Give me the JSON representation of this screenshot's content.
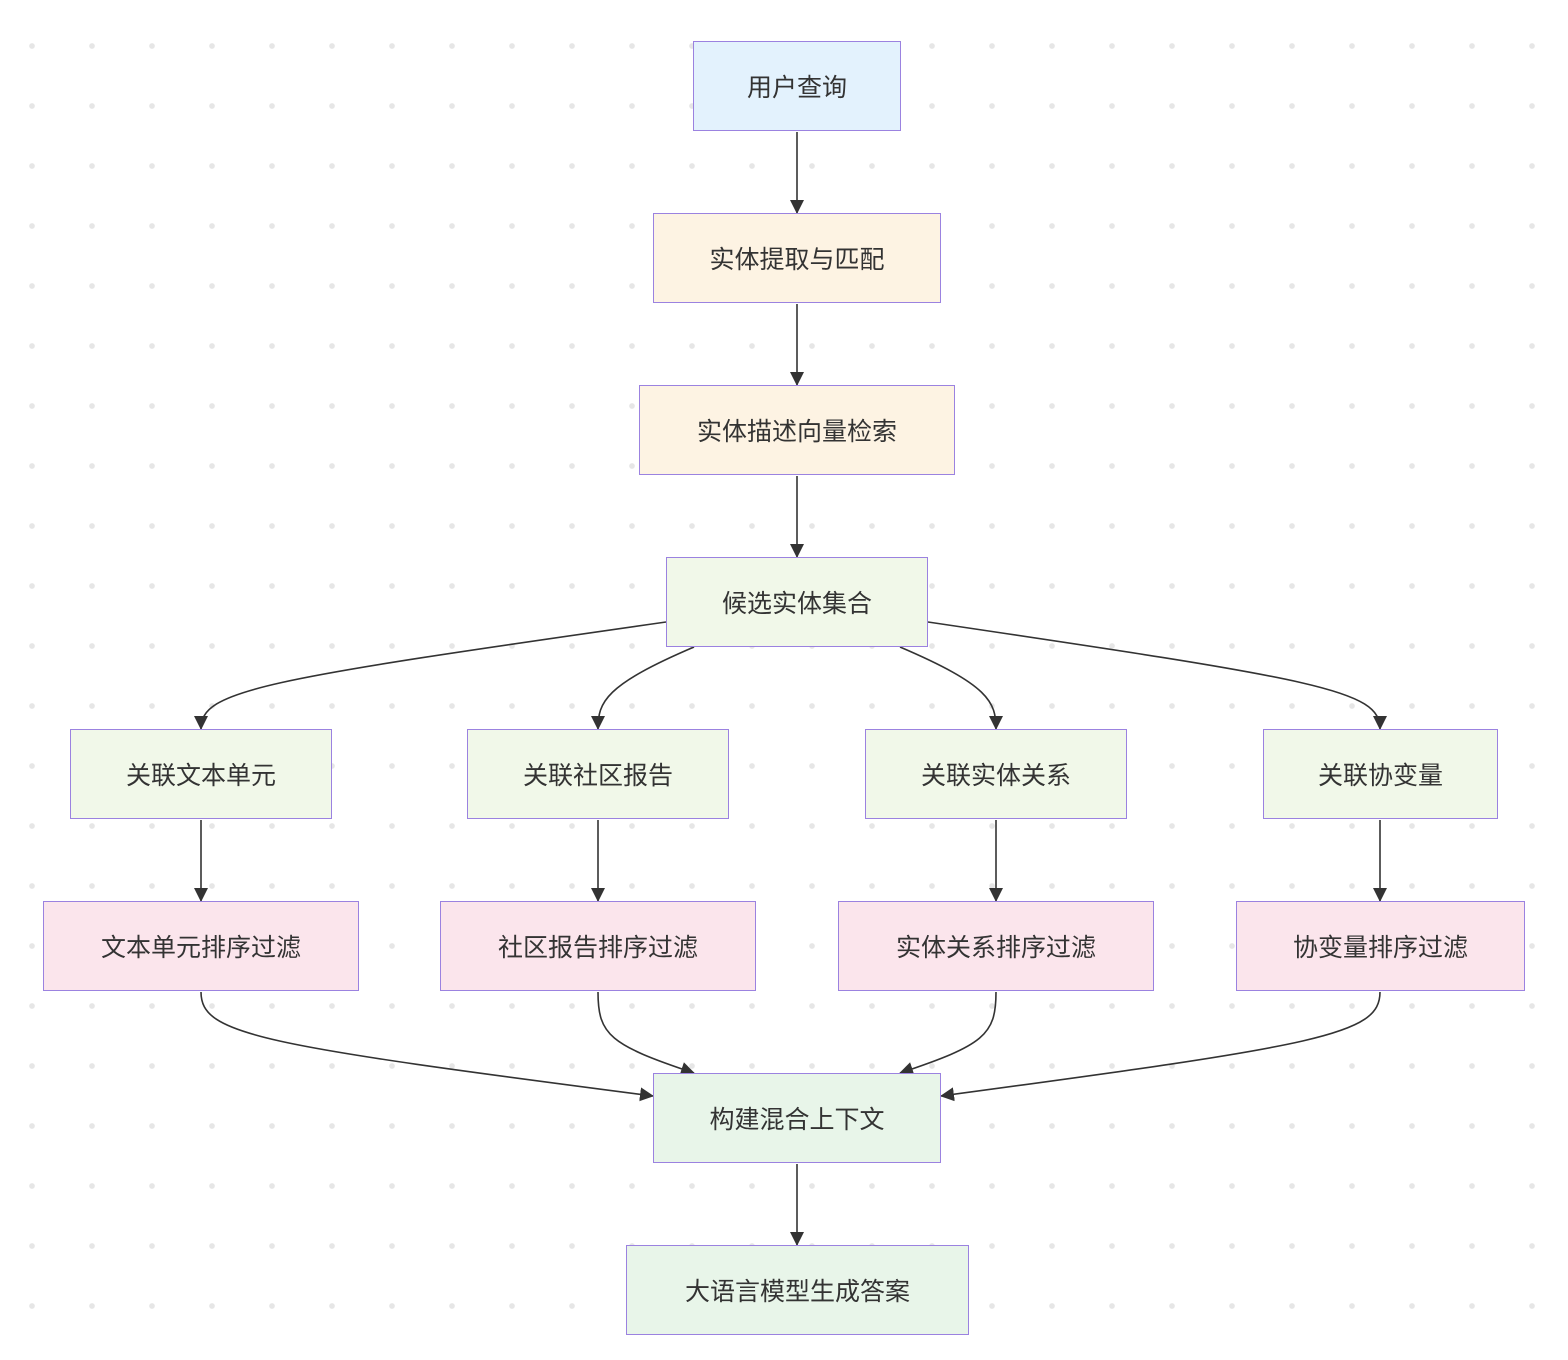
{
  "nodes": {
    "user_query": "用户查询",
    "entity_extract": "实体提取与匹配",
    "entity_vector": "实体描述向量检索",
    "candidates": "候选实体集合",
    "text_units": "关联文本单元",
    "community_reports": "关联社区报告",
    "entity_relations": "关联实体关系",
    "covariates": "关联协变量",
    "text_filter": "文本单元排序过滤",
    "community_filter": "社区报告排序过滤",
    "relation_filter": "实体关系排序过滤",
    "covariate_filter": "协变量排序过滤",
    "context": "构建混合上下文",
    "answer": "大语言模型生成答案"
  },
  "edges": [
    [
      "user_query",
      "entity_extract"
    ],
    [
      "entity_extract",
      "entity_vector"
    ],
    [
      "entity_vector",
      "candidates"
    ],
    [
      "candidates",
      "text_units"
    ],
    [
      "candidates",
      "community_reports"
    ],
    [
      "candidates",
      "entity_relations"
    ],
    [
      "candidates",
      "covariates"
    ],
    [
      "text_units",
      "text_filter"
    ],
    [
      "community_reports",
      "community_filter"
    ],
    [
      "entity_relations",
      "relation_filter"
    ],
    [
      "covariates",
      "covariate_filter"
    ],
    [
      "text_filter",
      "context"
    ],
    [
      "community_filter",
      "context"
    ],
    [
      "relation_filter",
      "context"
    ],
    [
      "covariate_filter",
      "context"
    ],
    [
      "context",
      "answer"
    ]
  ],
  "colors": {
    "border": "#9b82e0",
    "edge": "#333333",
    "query_fill": "#e3f2fd",
    "entity_fill": "#fdf3e3",
    "association_fill": "#f1f8e9",
    "filter_fill": "#fbe5ec",
    "output_fill": "#e8f5e9"
  }
}
